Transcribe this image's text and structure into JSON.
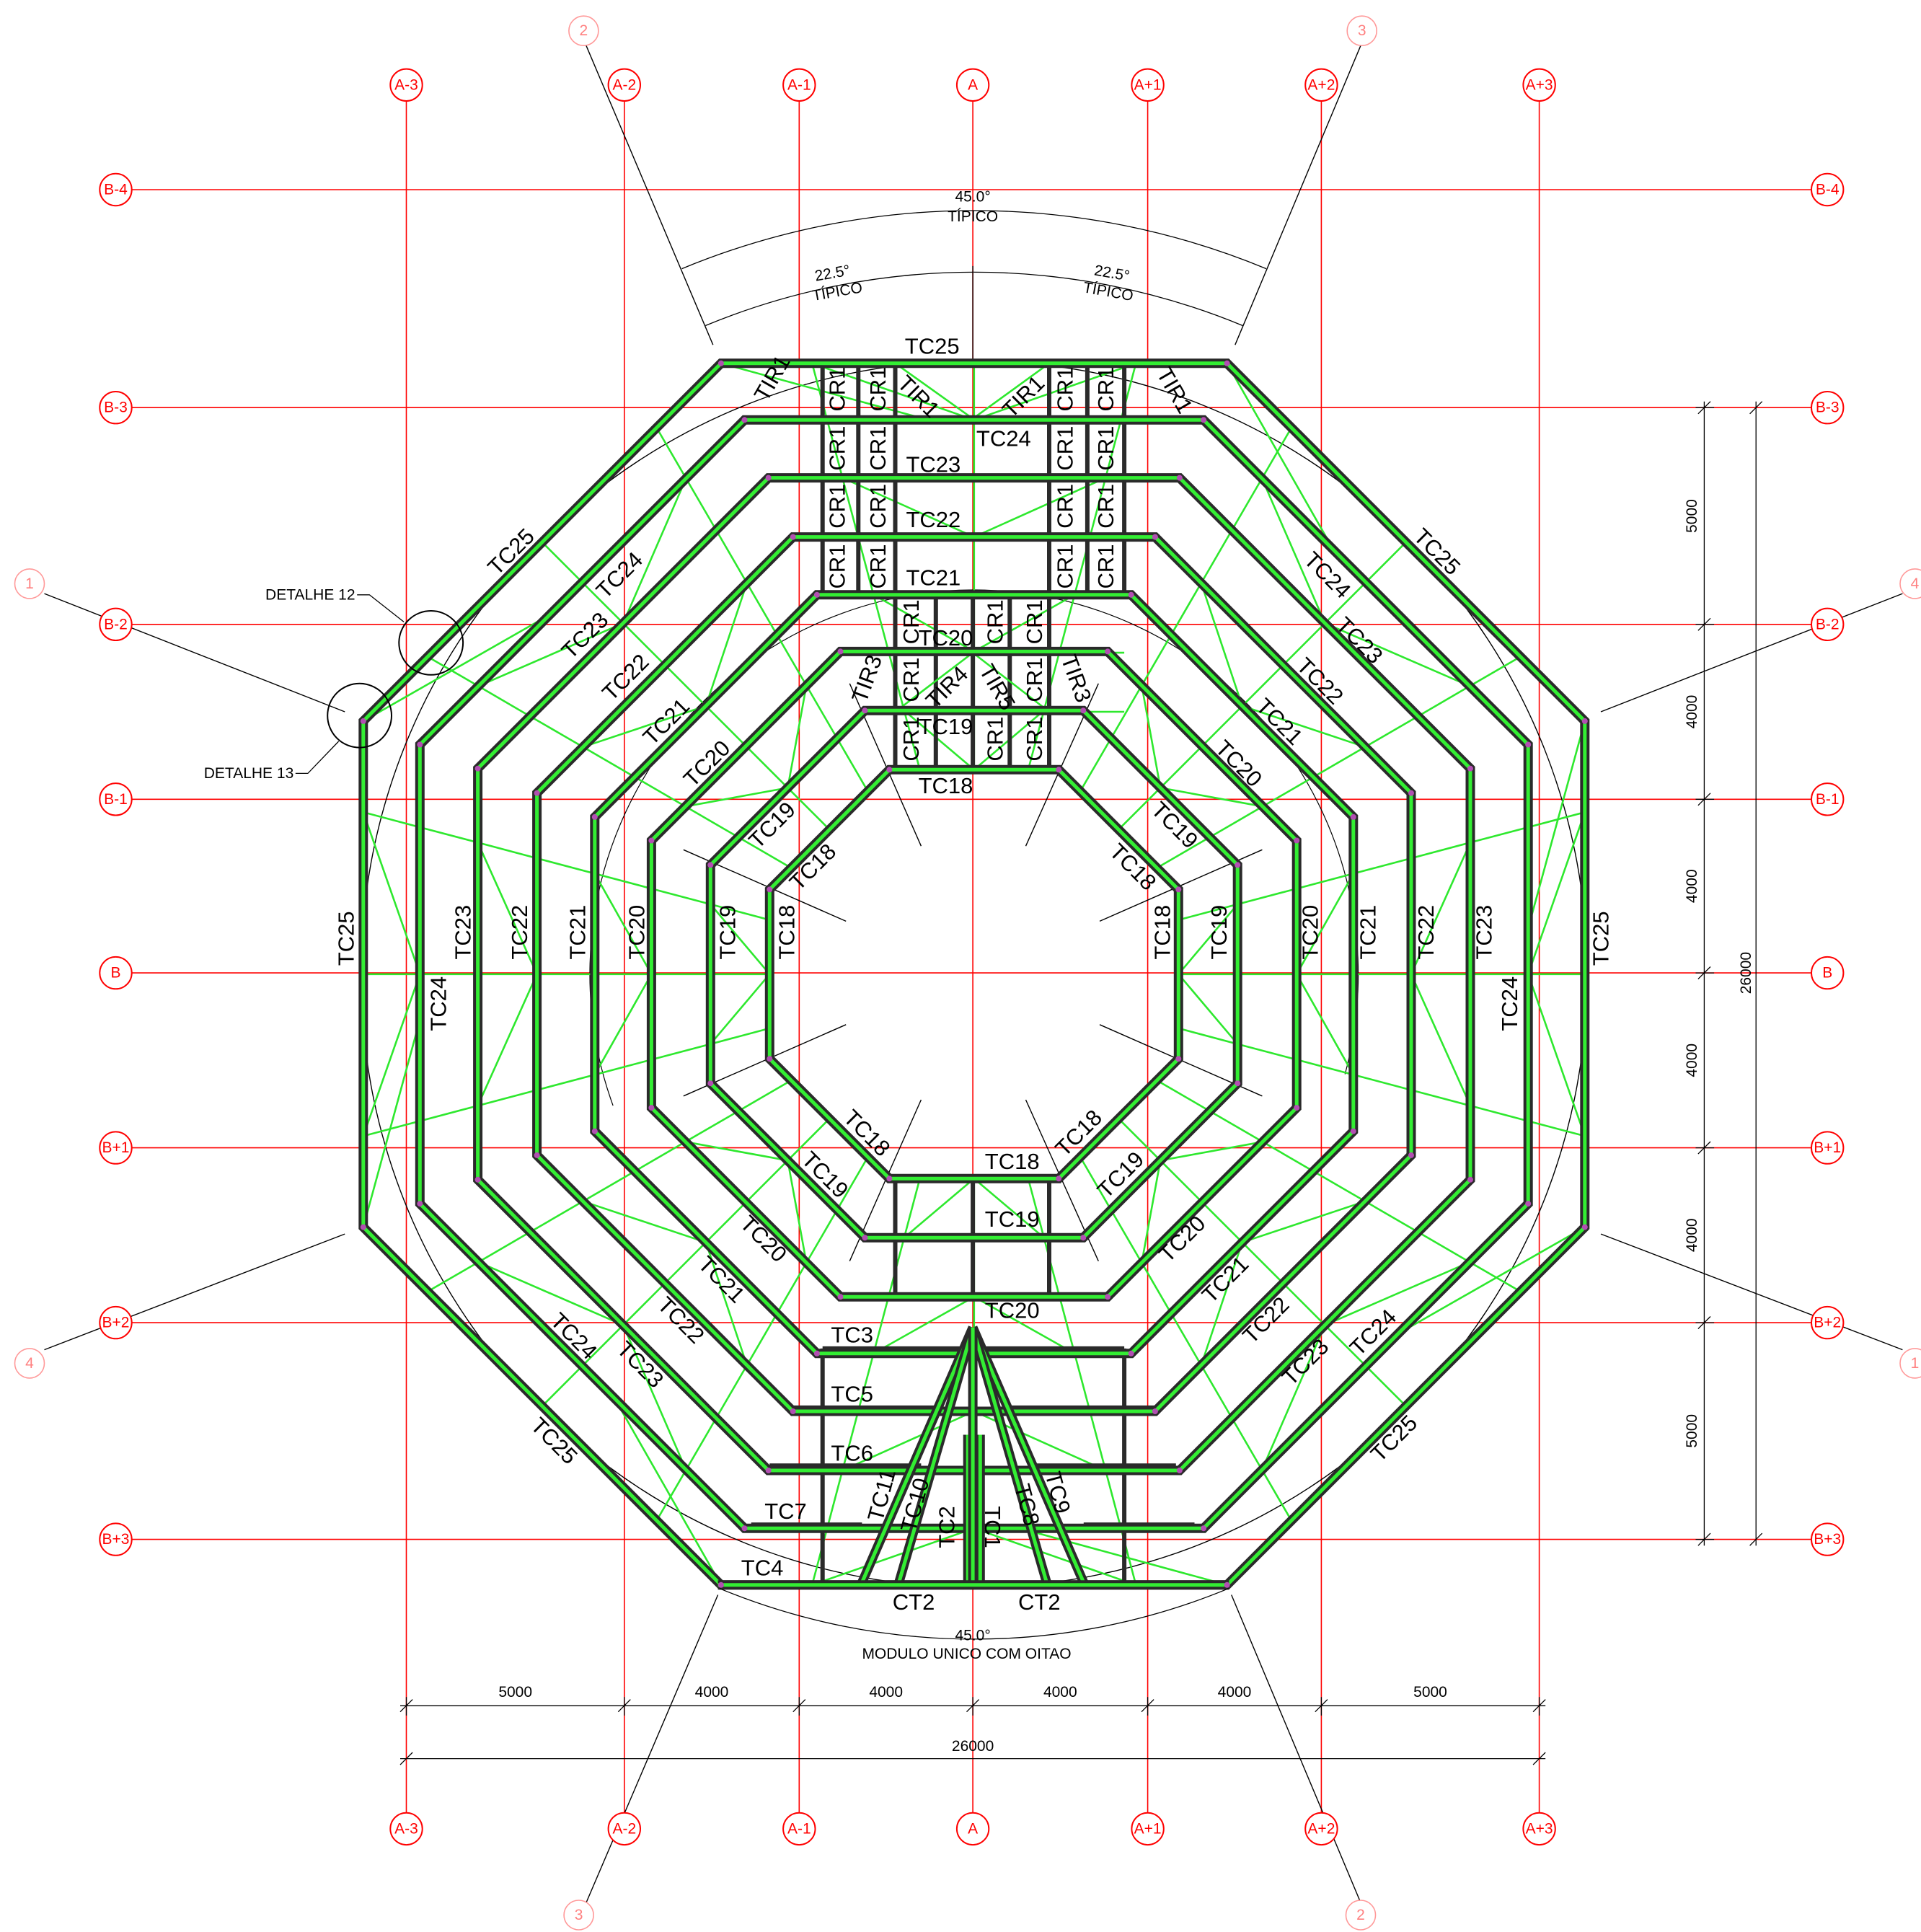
{
  "grid": {
    "columns": [
      "A-3",
      "A-2",
      "A-1",
      "A",
      "A+1",
      "A+2",
      "A+3"
    ],
    "rows": [
      "B-4",
      "B-3",
      "B-2",
      "B-1",
      "B",
      "B+1",
      "B+2",
      "B+3"
    ]
  },
  "radial_axes": [
    "1",
    "2",
    "3",
    "4"
  ],
  "angles": {
    "top_main": "45.0°",
    "top_main_note": "TÍPICO",
    "top_half_left": "22.5°",
    "top_half_right": "22.5°",
    "top_half_note": "TÍPICO",
    "bottom_main": "45.0°",
    "bottom_note": "MODULO UNICO COM OITAO"
  },
  "dimensions": {
    "horizontal": [
      "5000",
      "4000",
      "4000",
      "4000",
      "4000",
      "5000"
    ],
    "horizontal_total": "26000",
    "vertical": [
      "5000",
      "4000",
      "4000",
      "4000",
      "4000",
      "5000"
    ],
    "vertical_total": "26000"
  },
  "details": {
    "d12": "DETALHE 12",
    "d13": "DETALHE 13"
  },
  "rings": {
    "r25": "TC25",
    "r24": "TC24",
    "r23": "TC23",
    "r22": "TC22",
    "r21": "TC21",
    "r20": "TC20",
    "r19": "TC19",
    "r18": "TC18"
  },
  "members": {
    "cr1": "CR1",
    "tir1": "TIR1",
    "tir3": "TIR3",
    "tir4": "TIR4",
    "tir5": "TIR5",
    "tc1": "TC1",
    "tc2": "TC2",
    "tc3": "TC3",
    "tc4": "TC4",
    "tc5": "TC5",
    "tc6": "TC6",
    "tc7": "TC7",
    "tc8": "TC8",
    "tc9": "TC9",
    "tc10": "TC10",
    "tc11": "TC11",
    "ct2": "CT2"
  },
  "colors": {
    "grid": "#ff0000",
    "member": "#33ee33",
    "member_edge": "#2a2a2a",
    "node": "#b24fb2"
  }
}
